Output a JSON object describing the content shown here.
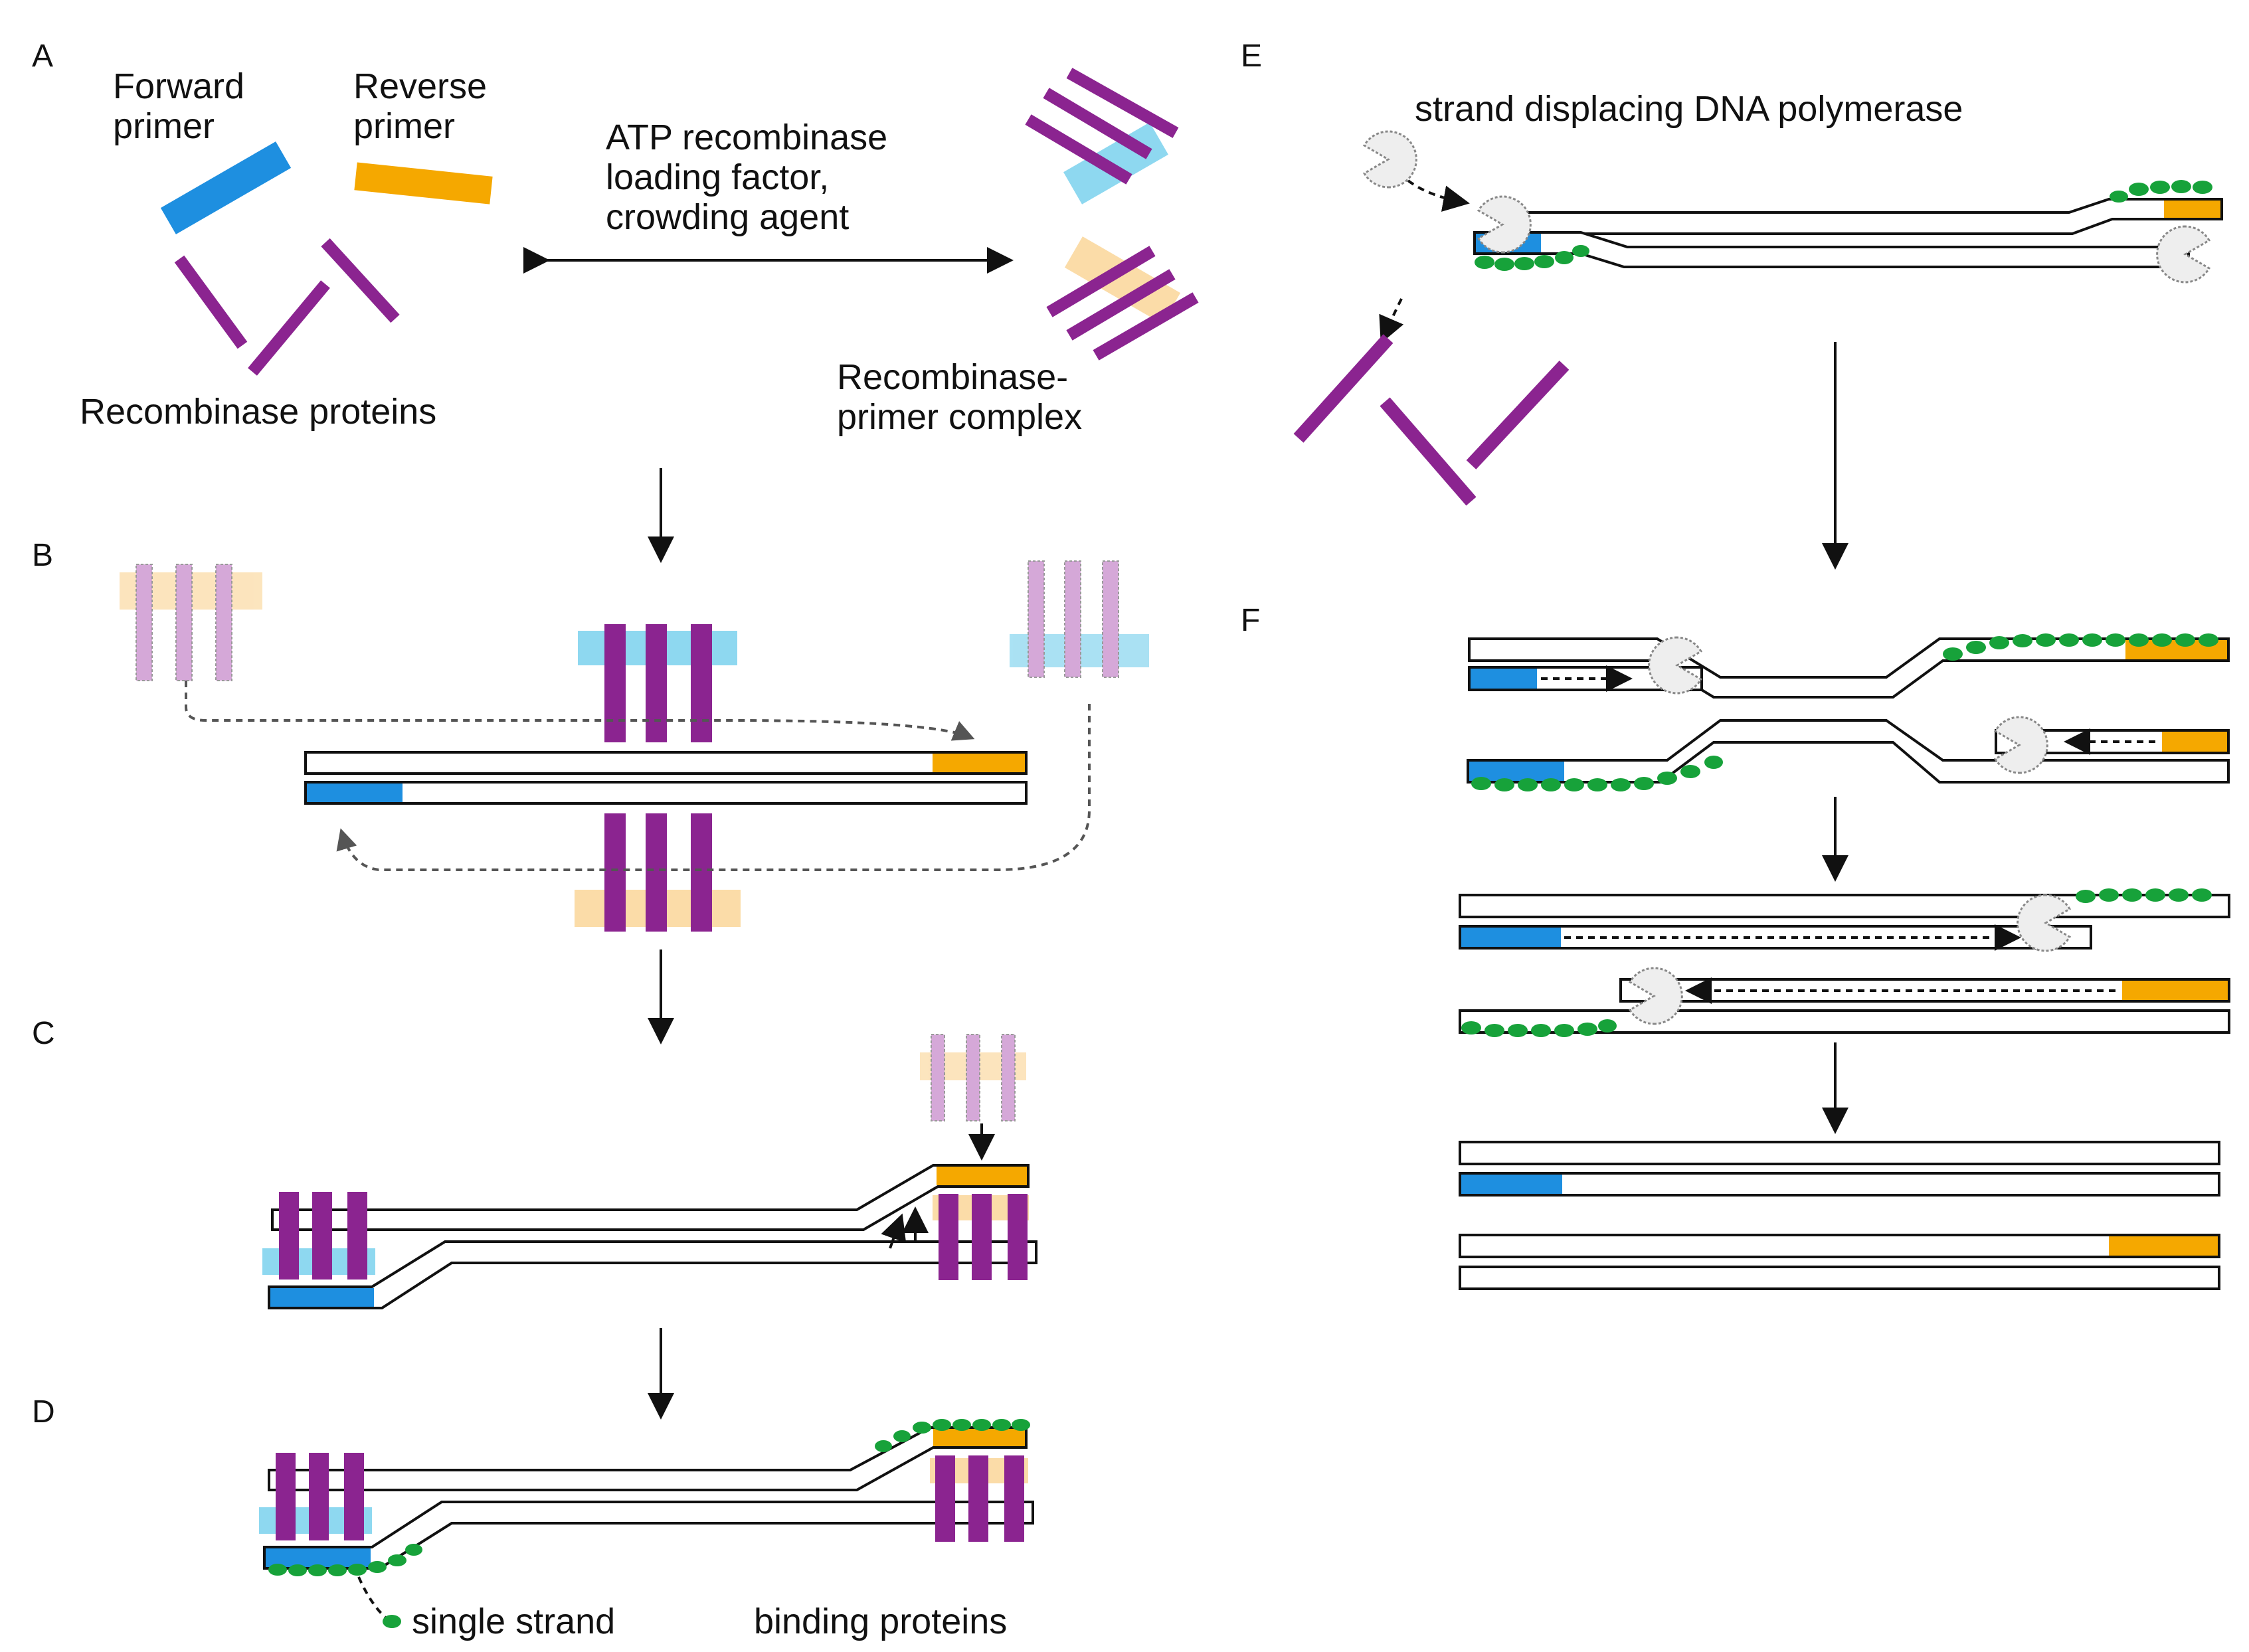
{
  "colors": {
    "forward_primer": "#1e8fe0",
    "forward_primer_light": "#8ed8f0",
    "reverse_primer": "#f5a800",
    "reverse_primer_light": "#fbdca8",
    "recombinase": "#8b2490",
    "recombinase_faded": "#c88bcc",
    "ssb": "#17a23a",
    "polymerase": "#eeeeee"
  },
  "icons": [
    "recombinase-protein-icon",
    "primer-icon",
    "polymerase-icon",
    "ssb-protein-icon"
  ],
  "panels": {
    "A": {
      "letter": "A",
      "forward_primer": "Forward\nprimer",
      "reverse_primer": "Reverse\nprimer",
      "recombinase_proteins": "Recombinase proteins",
      "reaction": "ATP recombinase\nloading factor,\ncrowding agent",
      "complex": "Recombinase-\nprimer complex"
    },
    "B": {
      "letter": "B"
    },
    "C": {
      "letter": "C"
    },
    "D": {
      "letter": "D",
      "ssb_label_1": "single strand",
      "ssb_label_2": "binding proteins"
    },
    "E": {
      "letter": "E",
      "polymerase_label": "strand displacing DNA polymerase"
    },
    "F": {
      "letter": "F"
    }
  }
}
